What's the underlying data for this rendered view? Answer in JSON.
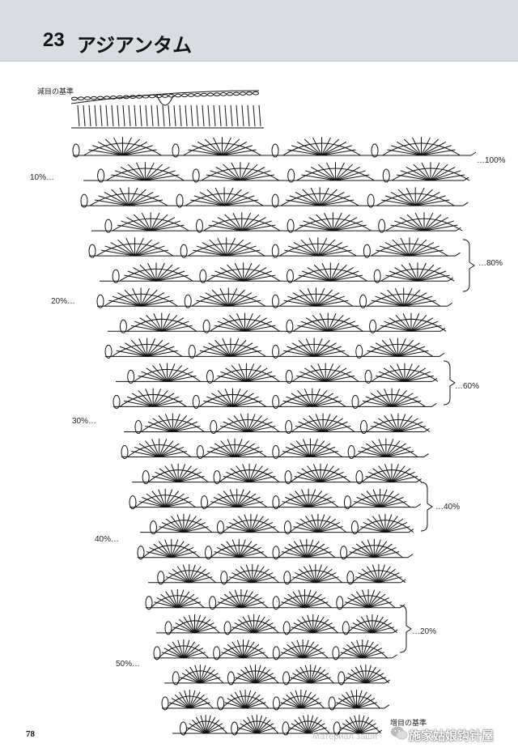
{
  "header": {
    "number": "23",
    "title": "アジアンタム"
  },
  "notes": {
    "top_decrease": "減目の基準",
    "bottom_increase": "増目の基準"
  },
  "left_percentages": [
    "10%…",
    "20%…",
    "30%…",
    "40%…",
    "50%…"
  ],
  "right_percentages": [
    "…100%",
    "…80%",
    "…60%",
    "…40%",
    "…20%"
  ],
  "page_number": "78",
  "watermark": {
    "left_text": "Материал заши",
    "brand": "施家姑娘钩针屋",
    "icon": "wechat-icon"
  },
  "colors": {
    "header_band": "#d9dde1",
    "ink": "#111111"
  }
}
